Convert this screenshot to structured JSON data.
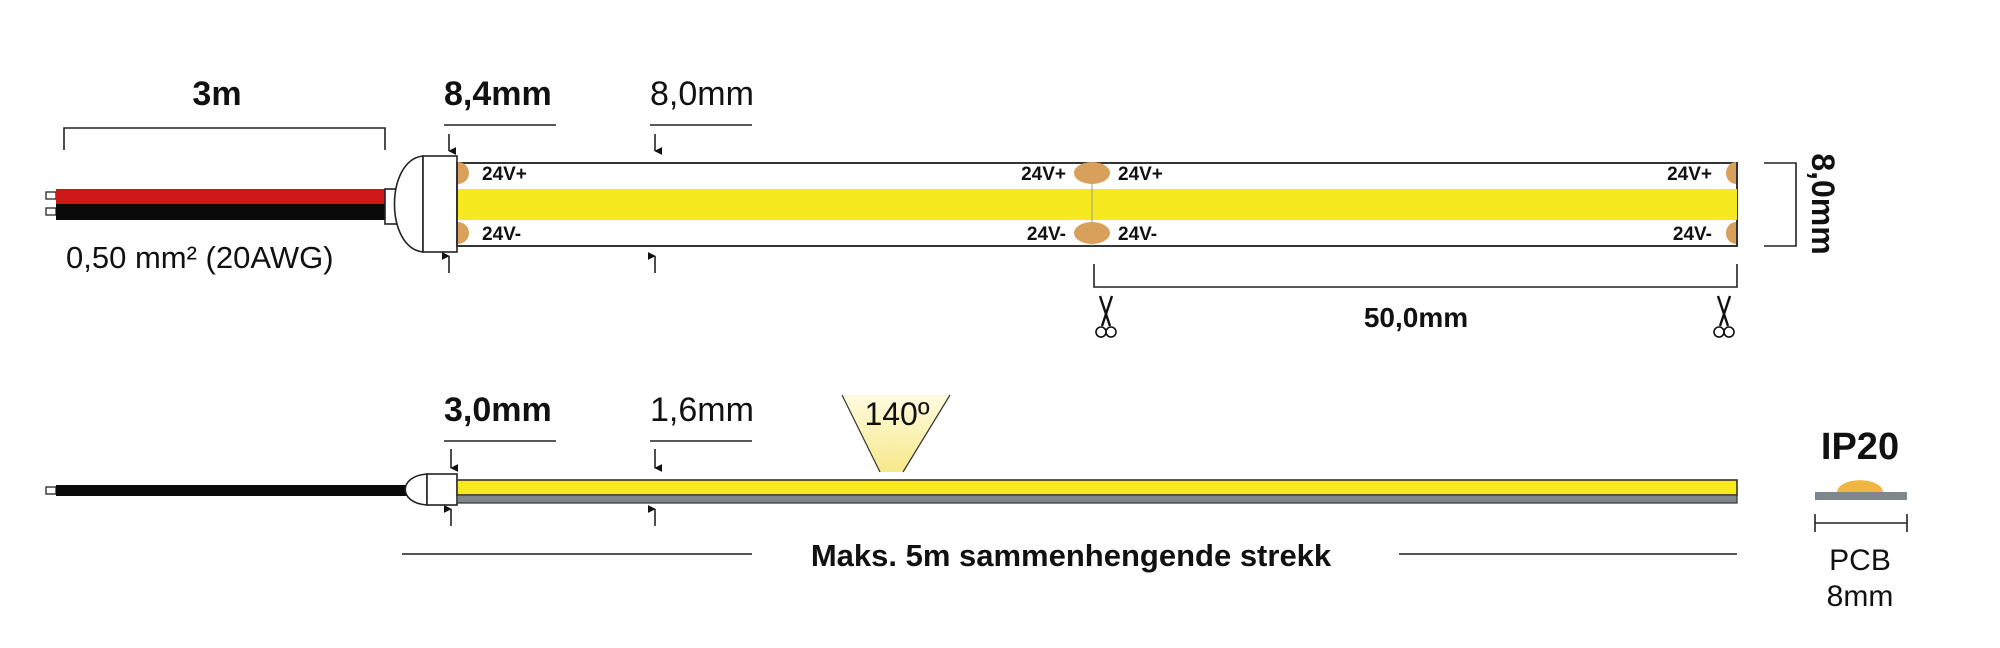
{
  "top_view": {
    "cable_length": "3m",
    "cable_spec": "0,50 mm² (20AWG)",
    "connector_width": "8,4mm",
    "strip_width_label": "8,0mm",
    "strip_width_side": "8,0mm",
    "cut_length": "50,0mm",
    "pad_plus": "24V+",
    "pad_minus": "24V-"
  },
  "side_view": {
    "connector_height": "3,0mm",
    "strip_height": "1,6mm",
    "beam_angle": "140º",
    "max_run": "Maks. 5m sammenhengende strekk"
  },
  "cross_section": {
    "ip_rating": "IP20",
    "pcb_label": "PCB",
    "pcb_width": "8mm"
  },
  "colors": {
    "led_yellow": "#f7e91f",
    "pad": "#d9a05b",
    "wire_red": "#cc1818",
    "pcb_gray": "#7f868c",
    "led_dome": "#f0b440"
  }
}
